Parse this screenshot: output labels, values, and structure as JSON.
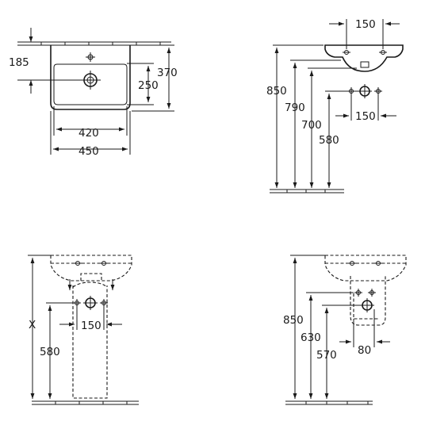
{
  "colors": {
    "line": "#1a1a1a",
    "background": "#ffffff"
  },
  "views": {
    "top": {
      "dim_left": "185",
      "dim_right_outer": "370",
      "dim_right_inner": "250",
      "dim_bottom_inner": "420",
      "dim_bottom_outer": "450"
    },
    "side": {
      "dim_top": "150",
      "dim_h1": "850",
      "dim_h2": "790",
      "dim_h3": "700",
      "dim_h4": "580",
      "dim_bottom": "150"
    },
    "pedestal_front": {
      "dim_x": "X",
      "dim_h": "580",
      "dim_w": "150"
    },
    "pedestal_side": {
      "dim_h1": "850",
      "dim_h2": "630",
      "dim_h3": "570",
      "dim_w": "80"
    }
  }
}
